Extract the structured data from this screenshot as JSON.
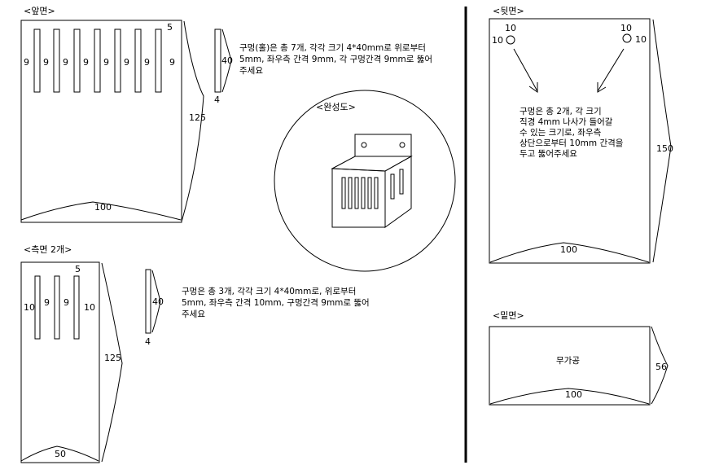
{
  "front": {
    "label": "<앞면>",
    "hole_spacing": [
      "9",
      "9",
      "9",
      "9",
      "9",
      "9",
      "9",
      "9"
    ],
    "top_offset": "5",
    "height": "125",
    "width": "100",
    "hole_length": "40",
    "hole_width": "4",
    "note": [
      "구멍(홀)은 총 7개, 각각 크기 4*40mm로 위로부터",
      "5mm, 좌우측 간격 9mm, 각 구멍간격 9mm로 뚫어",
      "주세요"
    ]
  },
  "side": {
    "label": "<측면 2개>",
    "hole_spacing": [
      "10",
      "9",
      "9",
      "10"
    ],
    "top_offset": "5",
    "height": "125",
    "width": "50",
    "hole_length": "40",
    "hole_width": "4",
    "note": [
      "구멍은 총 3개, 각각 크기 4*40mm로, 위로부터",
      "5mm, 좌우측 간격 10mm, 구멍간격 9mm로 뚫어",
      "주세요"
    ]
  },
  "complete": {
    "label": "<완성도>"
  },
  "back": {
    "label": "<뒷면>",
    "left_top": "10",
    "left_side": "10",
    "right_top": "10",
    "right_side": "10",
    "height": "150",
    "width": "100",
    "note": [
      "구멍은 총 2개, 각 크기",
      "직경 4mm 나사가 들어갈",
      "수 있는 크기로, 좌우측",
      "상단으로부터 10mm 간격을",
      "두고 뚫어주세요"
    ]
  },
  "bottom": {
    "label": "<밑면>",
    "text": "무가공",
    "height": "56",
    "width": "100"
  }
}
